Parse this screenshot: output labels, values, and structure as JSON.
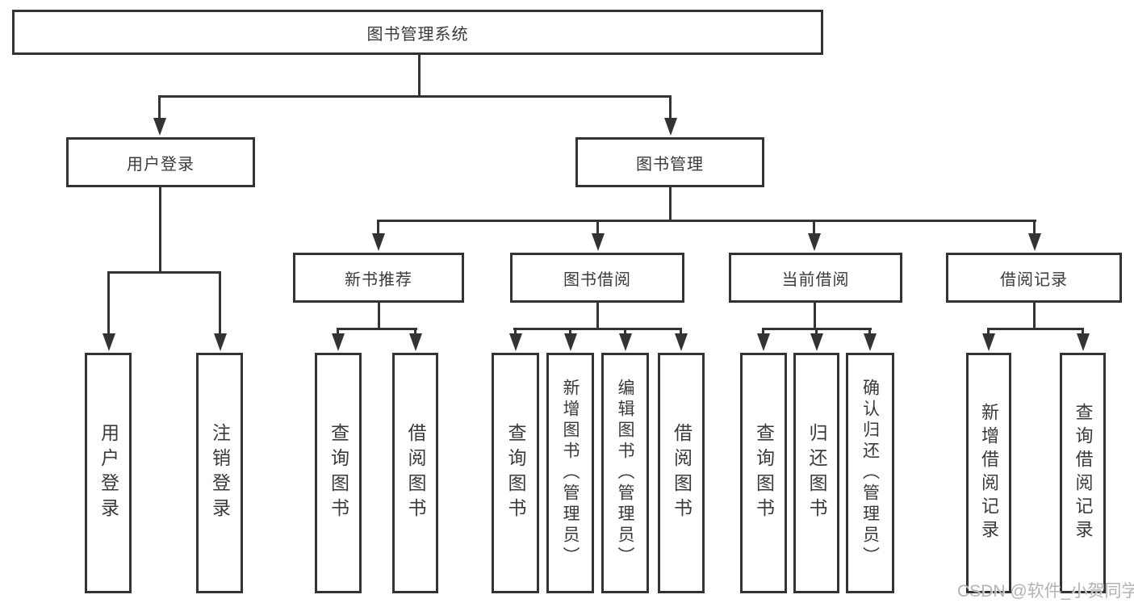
{
  "colors": {
    "line": "#333333",
    "text": "#3a3a3a",
    "background": "#ffffff",
    "watermark": "#b3b3b3"
  },
  "diagram": {
    "root": {
      "label": "图书管理系统"
    },
    "branches": [
      {
        "label": "用户登录",
        "children": [
          {
            "label": "用户登录"
          },
          {
            "label": "注销登录"
          }
        ]
      },
      {
        "label": "图书管理",
        "children": [
          {
            "label": "新书推荐",
            "children": [
              {
                "label": "查询图书"
              },
              {
                "label": "借阅图书"
              }
            ]
          },
          {
            "label": "图书借阅",
            "children": [
              {
                "label": "查询图书"
              },
              {
                "label": "新增图书（管理员）"
              },
              {
                "label": "编辑图书（管理员）"
              },
              {
                "label": "借阅图书"
              }
            ]
          },
          {
            "label": "当前借阅",
            "children": [
              {
                "label": "查询图书"
              },
              {
                "label": "归还图书"
              },
              {
                "label": "确认归还（管理员）"
              }
            ]
          },
          {
            "label": "借阅记录",
            "children": [
              {
                "label": "新增借阅记录"
              },
              {
                "label": "查询借阅记录"
              }
            ]
          }
        ]
      }
    ]
  },
  "watermark": {
    "text": "CSDN @软件_小贺同学"
  }
}
